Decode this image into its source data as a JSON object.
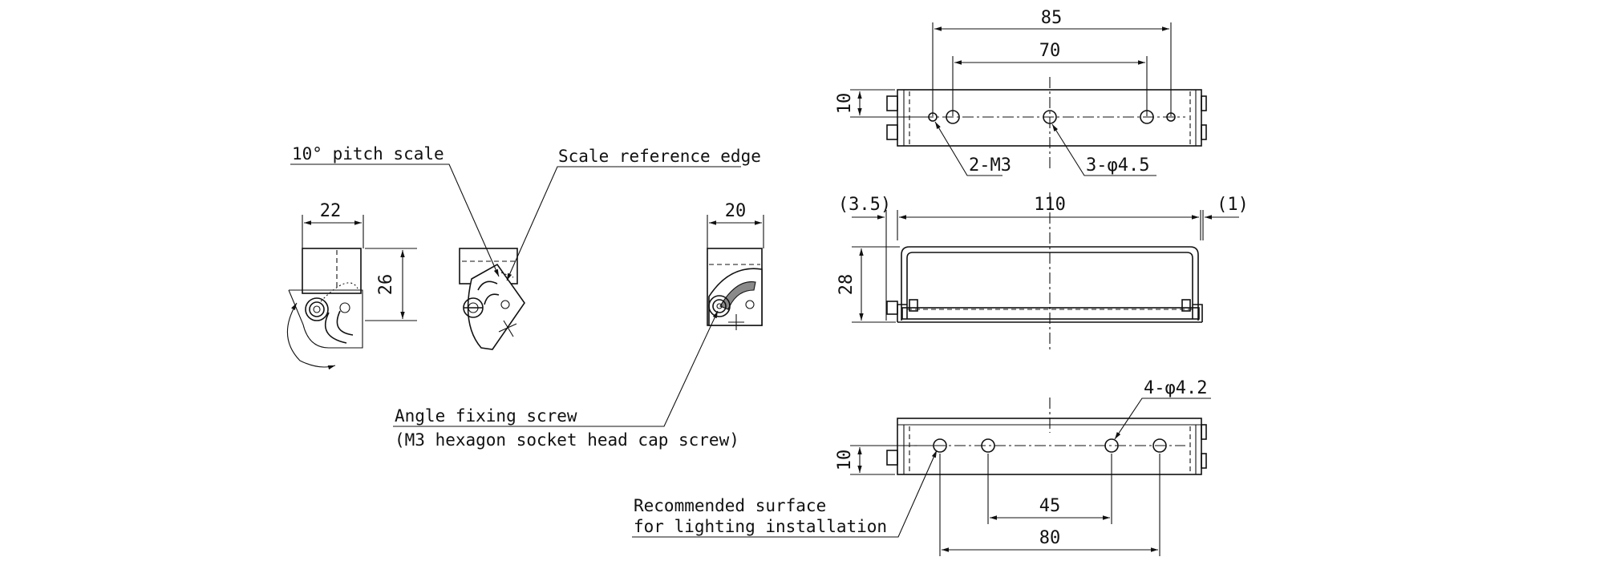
{
  "labels": {
    "pitch_scale": "10° pitch scale",
    "scale_edge": "Scale reference edge",
    "angle_screw_1": "Angle fixing screw",
    "angle_screw_2": "(M3 hexagon socket head cap screw)",
    "recommended_1": "Recommended surface",
    "recommended_2": "for lighting installation",
    "holes_m3": "2-M3",
    "holes_45": "3-φ4.5",
    "holes_42": "4-φ4.2"
  },
  "dimensions": {
    "side_width": "22",
    "side_height": "26",
    "end_width": "20",
    "top_overall": "85",
    "top_inner": "70",
    "top_edge": "10",
    "front_offset_left": "(3.5)",
    "front_length": "110",
    "front_offset_right": "(1)",
    "front_height": "28",
    "bottom_edge": "10",
    "bottom_inner": "45",
    "bottom_overall": "80"
  }
}
